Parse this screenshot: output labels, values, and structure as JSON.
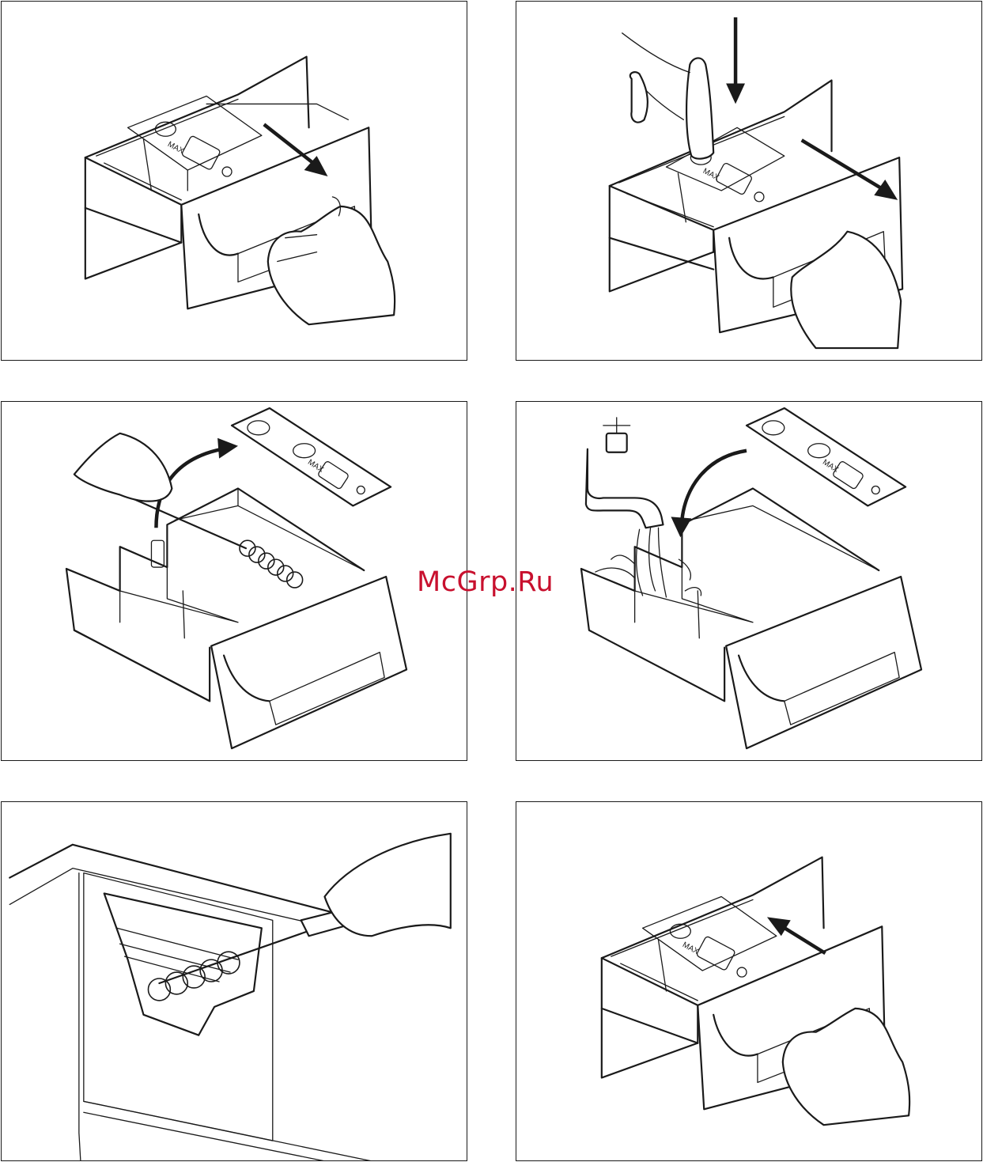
{
  "page": {
    "max_label": "MAX",
    "watermark": "McGrp.Ru",
    "watermark_color": "#c8102e",
    "line_color": "#1a1a1a"
  },
  "panels": [
    {
      "name": "pull-out-drawer",
      "icons": [
        "drawer-icon",
        "hand-icon",
        "arrow-out-icon"
      ]
    },
    {
      "name": "press-release-and-pull",
      "icons": [
        "finger-icon",
        "arrow-down-icon",
        "arrow-out-icon"
      ]
    },
    {
      "name": "remove-insert-and-brush",
      "icons": [
        "insert-icon",
        "brush-icon",
        "curved-arrow-icon"
      ]
    },
    {
      "name": "rinse-under-tap",
      "icons": [
        "tap-icon",
        "water-icon",
        "curved-arrow-icon"
      ]
    },
    {
      "name": "clean-drawer-recess",
      "icons": [
        "recess-icon",
        "brush-icon",
        "hand-icon"
      ]
    },
    {
      "name": "push-drawer-back",
      "icons": [
        "drawer-icon",
        "hand-icon",
        "arrow-in-icon"
      ]
    }
  ]
}
